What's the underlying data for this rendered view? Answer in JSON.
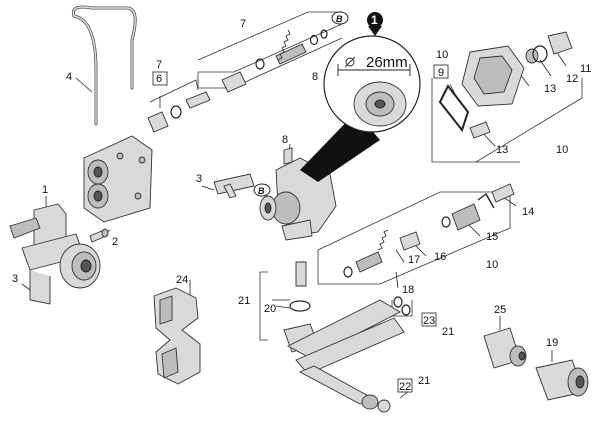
{
  "callout": {
    "badge": "1",
    "dimension": "26mm"
  },
  "bypass_symbol": "B",
  "part_labels": {
    "p1": "1",
    "p2": "2",
    "p3a": "3",
    "p3b": "3",
    "p4": "4",
    "p6": "6",
    "p7a": "7",
    "p7b": "7",
    "p8a": "8",
    "p8b": "8",
    "p9": "9",
    "p10a": "10",
    "p10b": "10",
    "p10c": "10",
    "p11": "11",
    "p12": "12",
    "p13a": "13",
    "p13b": "13",
    "p14": "14",
    "p15": "15",
    "p16": "16",
    "p17": "17",
    "p18": "18",
    "p19": "19",
    "p20": "20",
    "p21a": "21",
    "p21b": "21",
    "p21c": "21",
    "p22": "22",
    "p23": "23",
    "p24": "24",
    "p25": "25"
  }
}
